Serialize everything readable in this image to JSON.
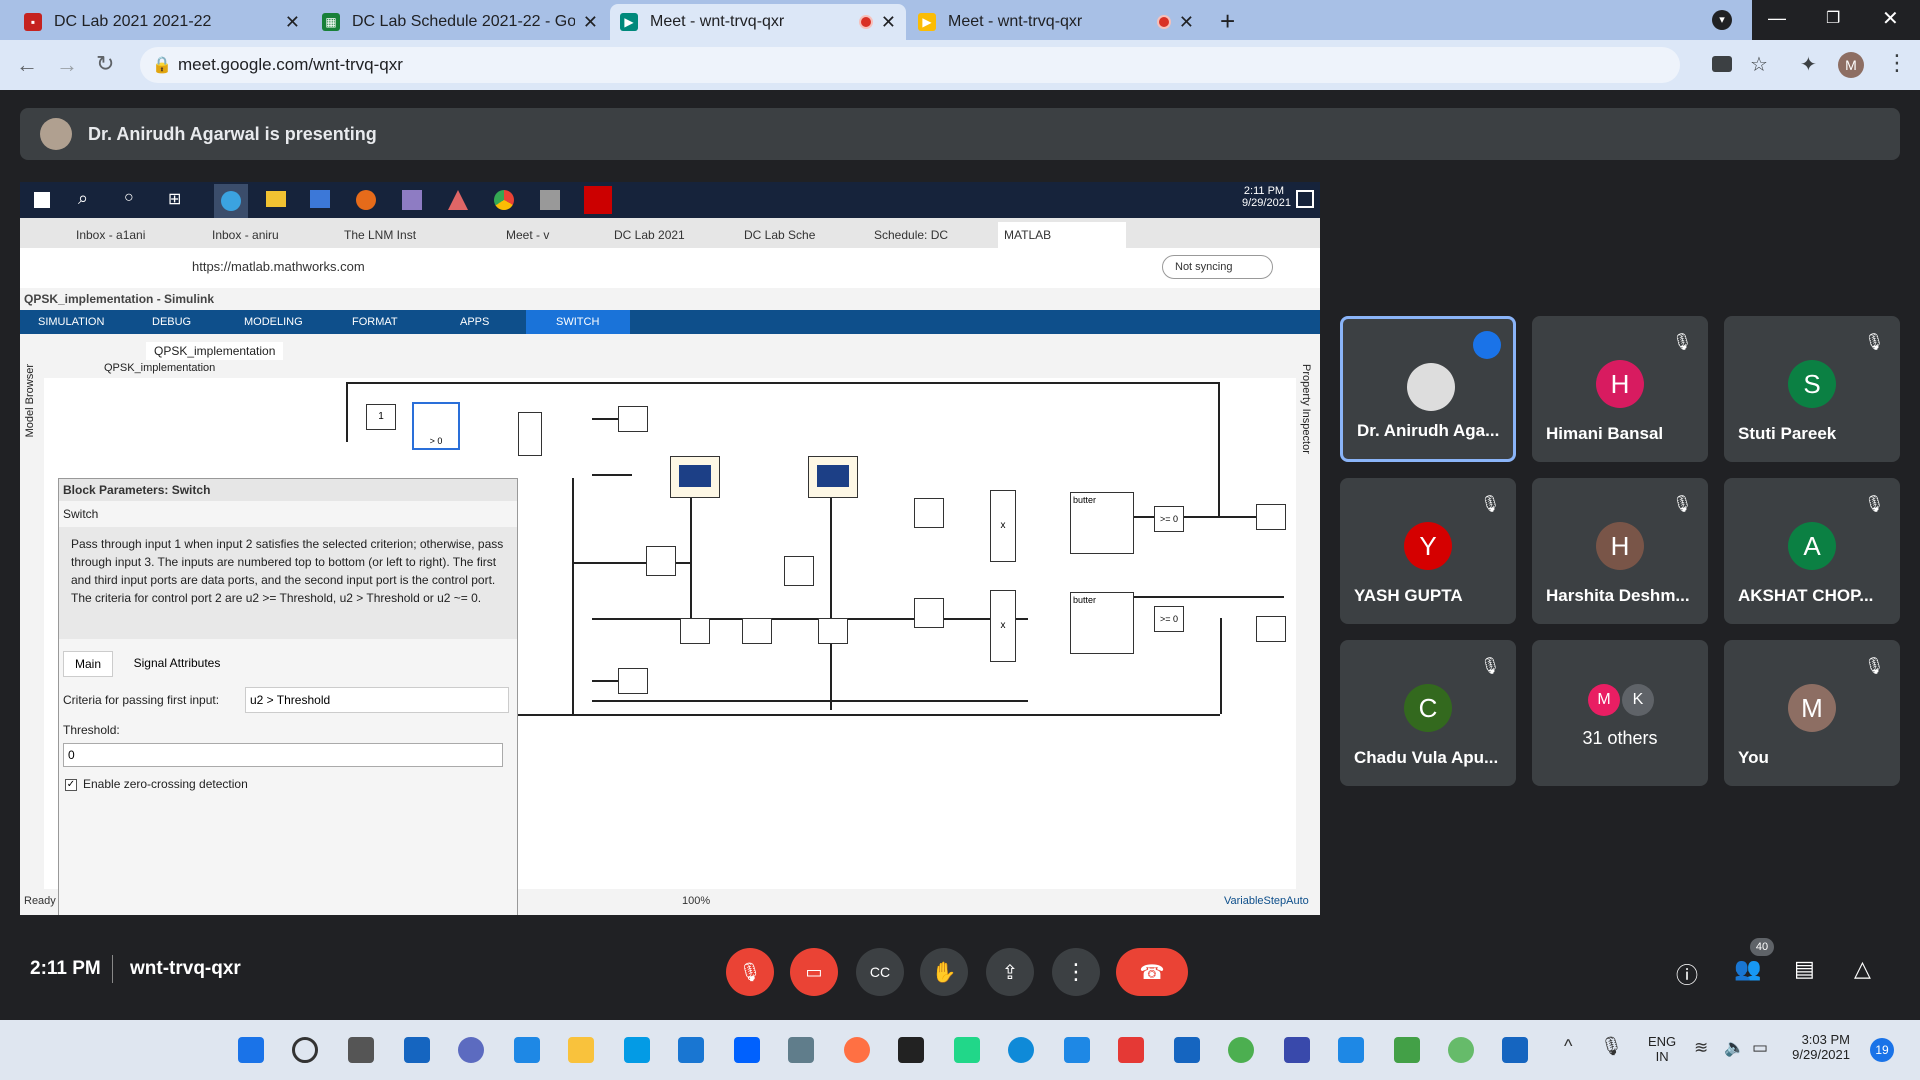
{
  "browser": {
    "tabs": [
      {
        "title": "DC Lab 2021 2021-22",
        "fav": "#c5221f",
        "rec": false
      },
      {
        "title": "DC Lab Schedule 2021-22 - Goog",
        "fav": "#188038",
        "rec": false
      },
      {
        "title": "Meet - wnt-trvq-qxr",
        "fav": "#00897b",
        "rec": true,
        "active": true
      },
      {
        "title": "Meet - wnt-trvq-qxr",
        "fav": "#fbbc04",
        "rec": true
      }
    ],
    "url": "meet.google.com/wnt-trvq-qxr",
    "profile": "M"
  },
  "meet": {
    "presenting_text": "Dr. Anirudh Agarwal is presenting",
    "time": "2:11 PM",
    "meeting_code": "wnt-trvq-qxr",
    "participant_count": "40",
    "participants": [
      {
        "name": "Dr. Anirudh Aga...",
        "initial": "",
        "color": "#5f6368",
        "speaking": true
      },
      {
        "name": "Himani Bansal",
        "initial": "H",
        "color": "#d81b60"
      },
      {
        "name": "Stuti Pareek",
        "initial": "S",
        "color": "#0b8043"
      },
      {
        "name": "YASH GUPTA",
        "initial": "Y",
        "color": "#d50000"
      },
      {
        "name": "Harshita Deshm...",
        "initial": "H",
        "color": "#795548"
      },
      {
        "name": "AKSHAT CHOP...",
        "initial": "A",
        "color": "#0b8043"
      },
      {
        "name": "Chadu Vula Apu...",
        "initial": "C",
        "color": "#33691e"
      },
      {
        "name": "31 others",
        "initial": "",
        "color": "#3c4043"
      },
      {
        "name": "You",
        "initial": "M",
        "color": "#8d6e63"
      }
    ],
    "others_avatars": [
      "M",
      "K"
    ]
  },
  "shared": {
    "inner_clock": "2:11 PM",
    "inner_date": "9/29/2021",
    "inner_tabs": [
      "Inbox - a1ani",
      "Inbox - aniru",
      "The LNM Inst",
      "Meet - v",
      "DC Lab 2021",
      "DC Lab Sche",
      "Schedule: DC",
      "MATLAB"
    ],
    "inner_url": "https://matlab.mathworks.com",
    "not_syncing": "Not syncing",
    "sim_title": "QPSK_implementation - Simulink",
    "ribbon": [
      "SIMULATION",
      "DEBUG",
      "MODELING",
      "FORMAT",
      "APPS",
      "SWITCH"
    ],
    "model_tab": "QPSK_implementation",
    "model_path": "QPSK_implementation",
    "model_browser": "Model Browser",
    "property_inspector": "Property Inspector",
    "dialog": {
      "title": "Block Parameters: Switch",
      "block": "Switch",
      "desc": "Pass through input 1 when input 2 satisfies the selected criterion; otherwise, pass through input 3. The inputs are numbered top to bottom (or left to right). The first and third input ports are data ports, and the second input port is the control port. The criteria for control port 2 are u2 >= Threshold, u2 > Threshold or u2 ~= 0.",
      "tabs": [
        "Main",
        "Signal Attributes"
      ],
      "criteria_label": "Criteria for passing first input:",
      "criteria_value": "u2 > Threshold",
      "threshold_label": "Threshold:",
      "threshold_value": "0",
      "zero_crossing": "Enable zero-crossing detection"
    },
    "status_left": "Ready",
    "status_zoom": "100%",
    "status_right": "VariableStepAuto",
    "blocks": {
      "const": "1",
      "butter1": "butter",
      "butter2": "butter",
      "cmp1": ">= 0",
      "cmp2": ">= 0",
      "mult": "x",
      "sw": "> 0"
    }
  },
  "taskbar": {
    "lang1": "ENG",
    "lang2": "IN",
    "time": "3:03 PM",
    "date": "9/29/2021",
    "badge": "19"
  }
}
